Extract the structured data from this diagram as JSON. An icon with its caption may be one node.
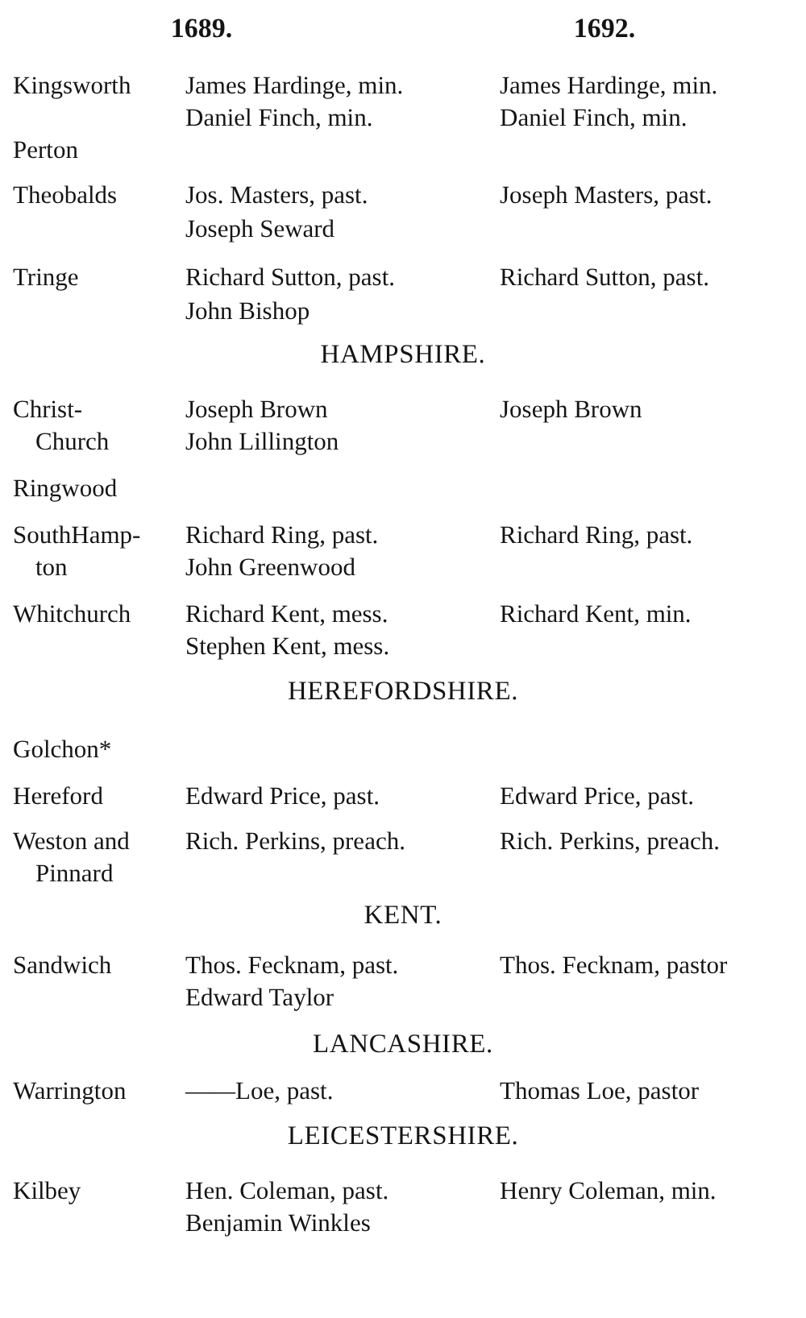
{
  "diagram": {
    "labels": [
      "1689.",
      "1692.",
      "Kingsworth",
      "James Hardinge, min.",
      "James Hardinge, min.",
      "Daniel Finch, min.",
      "Daniel Finch, min.",
      "Perton",
      "Theobalds",
      "Jos. Masters, past.",
      "Joseph Masters, past.",
      "Joseph Seward",
      "Tringe",
      "Richard Sutton, past.",
      "Richard Sutton, past.",
      "John Bishop",
      "HAMPSHIRE.",
      "Christ- Church",
      "Joseph Brown",
      "Joseph Brown",
      "John Lillington",
      "Ringwood",
      "SouthHamp- ton",
      "Richard Ring, past.",
      "Richard Ring, past.",
      "John Greenwood",
      "Whitchurch",
      "Richard Kent, mess.",
      "Richard Kent, min.",
      "Stephen Kent, mess.",
      "HEREFORDSHIRE.",
      "Golchon*",
      "Hereford",
      "Edward Price, past.",
      "Edward Price, past.",
      "Weston and Pinnard",
      "Rich. Perkins, preach.",
      "Rich. Perkins, preach.",
      "KENT.",
      "Sandwich",
      "Thos. Fecknam, past.",
      "Thos. Fecknam, pastor",
      "Edward Taylor",
      "LANCASHIRE.",
      "Warrington",
      "——Loe, past.",
      "Thomas Loe, pastor",
      "LEICESTERSHIRE.",
      "Kilbey",
      "Hen. Coleman, past.",
      "Henry Coleman, min.",
      "Benjamin Winkles"
    ]
  }
}
